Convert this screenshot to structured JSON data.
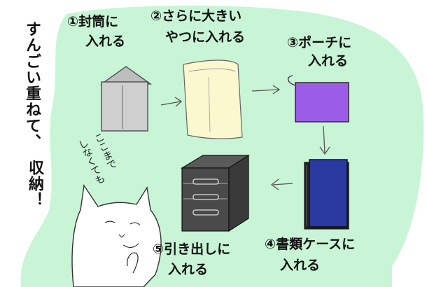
{
  "colors": {
    "background": "#ffffff",
    "blob": "#c8f5d5",
    "envelope_grey": "#cfcfcf",
    "big_envelope": "#fbf7cf",
    "pouch": "#9b5de5",
    "binder": "#2a3aa0",
    "drawer_cabinet": "#4a4a4a"
  },
  "side_title": "すんごい重ねて、",
  "side_title2": "収納！",
  "steps": [
    {
      "num": "①",
      "line1": "封筒に",
      "line2": "入れる"
    },
    {
      "num": "②",
      "line1": "さらに大きい",
      "line2": "やつに入れる"
    },
    {
      "num": "③",
      "line1": "ポーチに",
      "line2": "入れる"
    },
    {
      "num": "④",
      "line1": "書類ケースに",
      "line2": "入れる"
    },
    {
      "num": "⑤",
      "line1": "引き出しに",
      "line2": "入れる"
    }
  ],
  "cat_speech": [
    "ここまで",
    "しなくても"
  ],
  "icons": [
    "envelope-icon",
    "large-envelope-icon",
    "pouch-icon",
    "binder-icon",
    "drawer-cabinet-icon",
    "cat-character"
  ]
}
